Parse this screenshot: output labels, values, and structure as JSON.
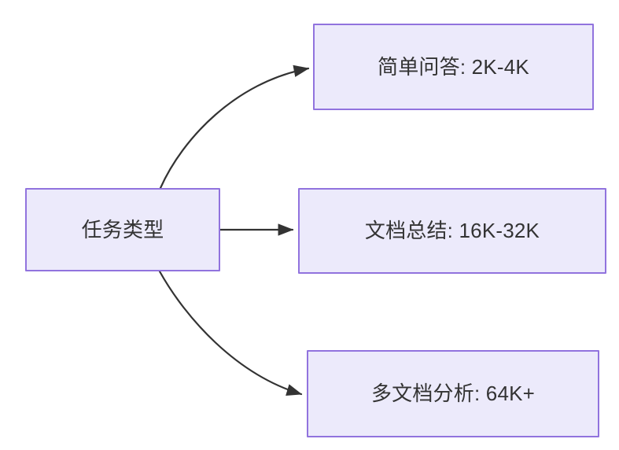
{
  "diagram": {
    "title": "任务类型",
    "type": "flowchart",
    "direction": "left-to-right",
    "colors": {
      "node_fill": "#ECEAFB",
      "node_border": "#9173DE",
      "node_text": "#333333",
      "edge_stroke": "#333333",
      "background": "#FFFFFF"
    },
    "nodes": [
      {
        "id": "source",
        "label": "任务类型",
        "role": "root"
      },
      {
        "id": "simple-qa",
        "label": "简单问答: 2K-4K",
        "role": "leaf"
      },
      {
        "id": "doc-summary",
        "label": "文档总结: 16K-32K",
        "role": "leaf"
      },
      {
        "id": "multi-doc",
        "label": "多文档分析: 64K+",
        "role": "leaf"
      }
    ],
    "edges": [
      {
        "id": "edge-source-simple-qa",
        "from": "source",
        "to": "simple-qa",
        "label": "",
        "style": "curved"
      },
      {
        "id": "edge-source-doc-summary",
        "from": "source",
        "to": "doc-summary",
        "label": "",
        "style": "straight"
      },
      {
        "id": "edge-source-multi-doc",
        "from": "source",
        "to": "multi-doc",
        "label": "",
        "style": "curved"
      }
    ]
  }
}
